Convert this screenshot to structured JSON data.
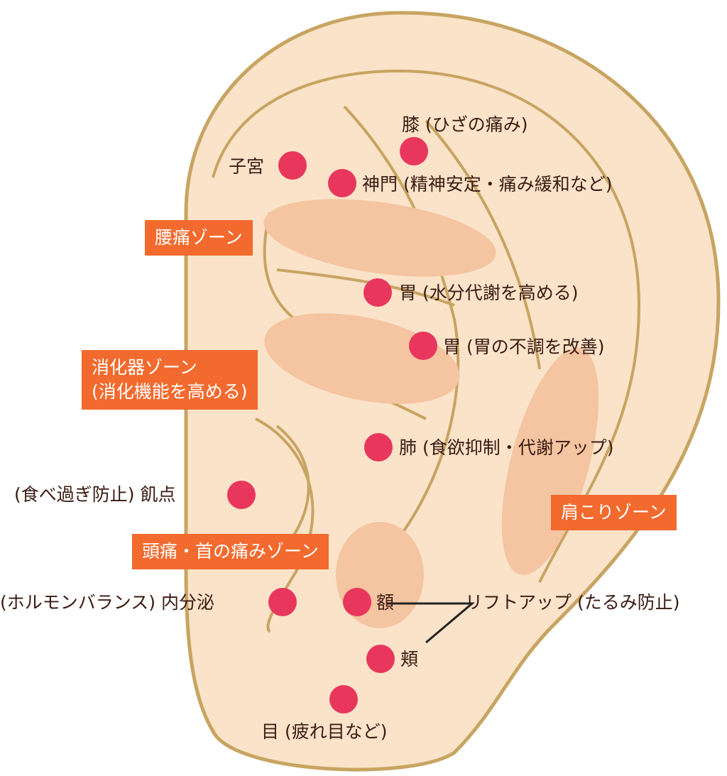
{
  "colors": {
    "skin": "#fae3c9",
    "outline": "#c8a462",
    "zone_fill": "#f5c4a0",
    "point": "#e8365c",
    "zone_label_bg": "#f26a2e"
  },
  "points": [
    {
      "label": "膝 (ひざの痛み)"
    },
    {
      "label": "子宮"
    },
    {
      "label": "神門 (精神安定・痛み緩和など)"
    },
    {
      "label": "胃 (水分代謝を高める)"
    },
    {
      "label": "胃 (胃の不調を改善)"
    },
    {
      "label": "肺 (食欲抑制・代謝アップ)"
    },
    {
      "label": "(食べ過ぎ防止) 飢点"
    },
    {
      "label": "(ホルモンバランス) 内分泌"
    },
    {
      "label": "額"
    },
    {
      "label": "頬"
    },
    {
      "label": "目 (疲れ目など)"
    }
  ],
  "zones": [
    {
      "label": "腰痛ゾーン"
    },
    {
      "label": "消化器ゾーン\n(消化機能を高める)",
      "line1": "消化器ゾーン",
      "line2": "(消化機能を高める)"
    },
    {
      "label": "頭痛・首の痛みゾーン"
    },
    {
      "label": "肩こりゾーン"
    }
  ],
  "callout": {
    "label": "リフトアップ (たるみ防止)"
  }
}
